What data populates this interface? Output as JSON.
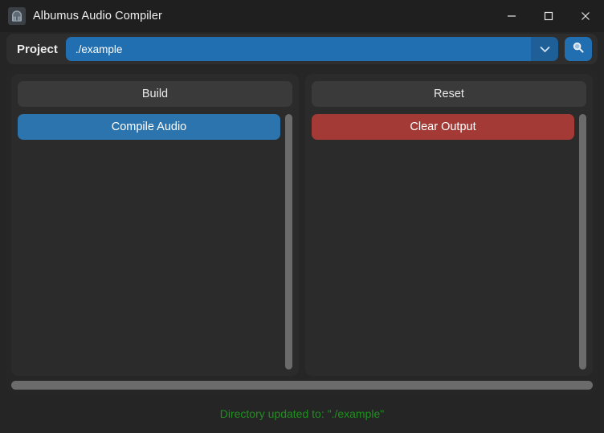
{
  "window": {
    "title": "Albumus Audio Compiler",
    "app_icon": "helmet-icon",
    "controls": {
      "minimize": "minimize-icon",
      "maximize": "maximize-icon",
      "close": "close-icon"
    }
  },
  "project_bar": {
    "label": "Project",
    "combo": {
      "value": "./example",
      "placeholder": "./example",
      "arrow_icon": "chevron-down-icon"
    },
    "browse_button": {
      "icon": "search-icon",
      "label": ""
    }
  },
  "panels": [
    {
      "header": "Build",
      "buttons": [
        {
          "label": "Compile Audio",
          "style": "primary"
        }
      ],
      "scrollbar": "vertical-scrollbar"
    },
    {
      "header": "Reset",
      "buttons": [
        {
          "label": "Clear Output",
          "style": "danger"
        }
      ],
      "scrollbar": "vertical-scrollbar"
    }
  ],
  "horizontal_scrollbar": "horizontal-scrollbar",
  "status": {
    "message": "Directory updated to: \"./example\"",
    "color": "#1f8f1f"
  },
  "colors": {
    "window_bg": "#252525",
    "titlebar_bg": "#1f1f1f",
    "panel_bg": "#2b2b2b",
    "content_bg": "#262626",
    "accent_blue": "#216fb0",
    "button_blue": "#2b74ad",
    "button_red": "#a33a35",
    "header_gray": "#3a3a3a",
    "scrollbar": "#6b6b6b",
    "status_green": "#1f8f1f"
  }
}
